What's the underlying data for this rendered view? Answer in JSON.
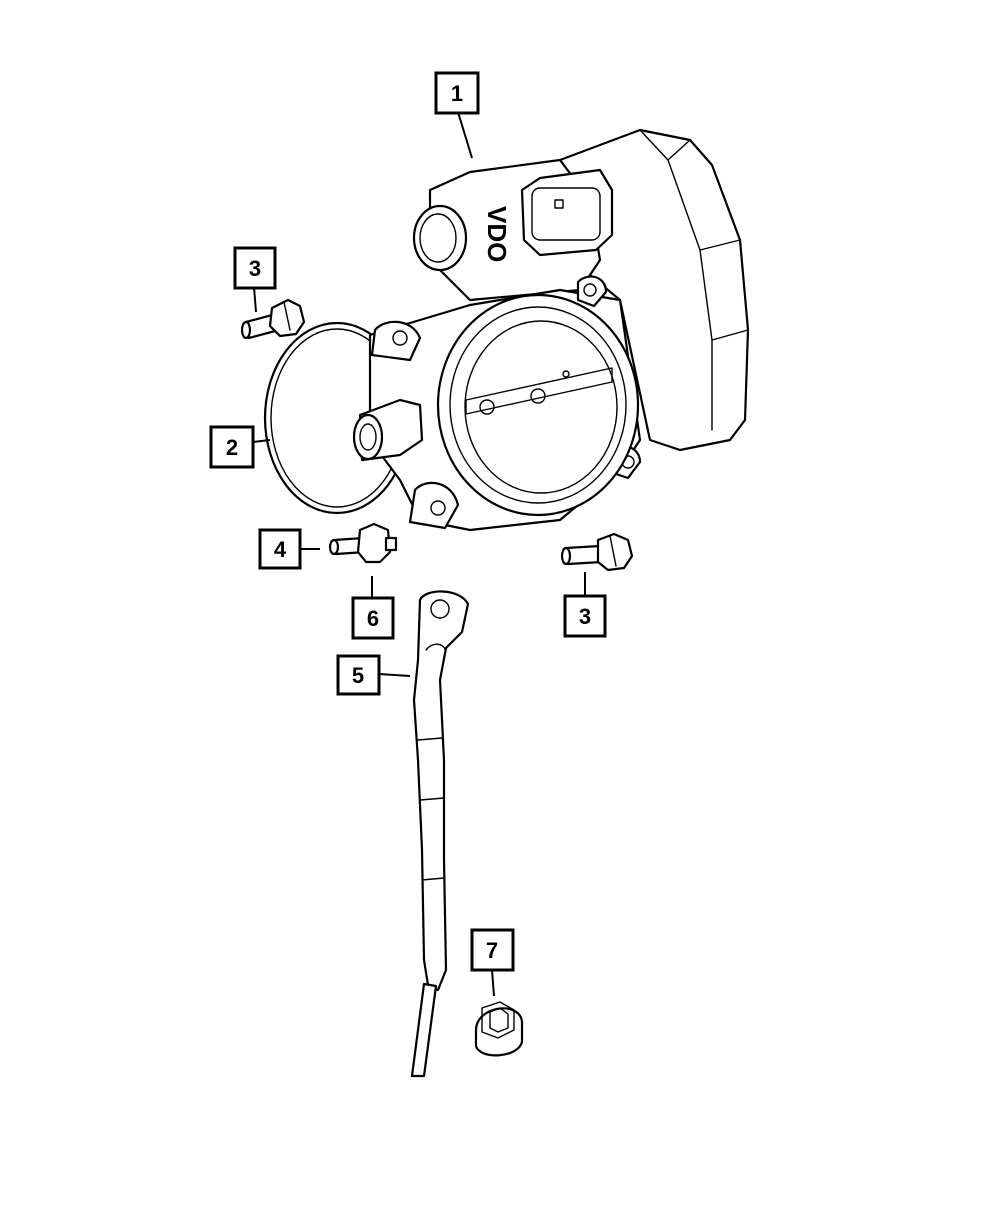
{
  "diagram": {
    "background": "#ffffff",
    "line_color": "#000000",
    "callouts": [
      {
        "id": "c1",
        "label": "1"
      },
      {
        "id": "c2",
        "label": "2"
      },
      {
        "id": "c3a",
        "label": "3"
      },
      {
        "id": "c3b",
        "label": "3"
      },
      {
        "id": "c4",
        "label": "4"
      },
      {
        "id": "c5",
        "label": "5"
      },
      {
        "id": "c6",
        "label": "6"
      },
      {
        "id": "c7",
        "label": "7"
      }
    ],
    "body_marking": "VDO"
  }
}
